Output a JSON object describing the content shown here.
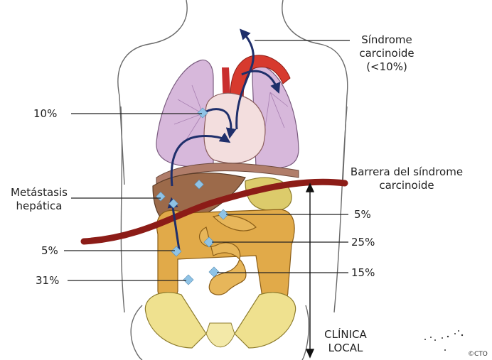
{
  "labels": {
    "sindrome": [
      "Síndrome",
      "carcinoide",
      "(<10%)"
    ],
    "barrera": [
      "Barrera del síndrome",
      "carcinoide"
    ],
    "metastasis": [
      "Metástasis",
      "hepática"
    ],
    "clinica": [
      "CLÍNICA",
      "LOCAL"
    ],
    "pct_10": "10%",
    "pct_5_right": "5%",
    "pct_25": "25%",
    "pct_15": "15%",
    "pct_5_left": "5%",
    "pct_31": "31%"
  },
  "copyright": "©CTO",
  "colors": {
    "barrier": "#8c1c17",
    "arrows": "#1f2f6b",
    "markers": "#8fc3e6",
    "lungs": "#d7b8db",
    "heart": "#f3dede",
    "liver": "#9c6a4a",
    "intestine": "#e1aa49",
    "pelvis": "#efe18f",
    "outline": "#555555"
  }
}
